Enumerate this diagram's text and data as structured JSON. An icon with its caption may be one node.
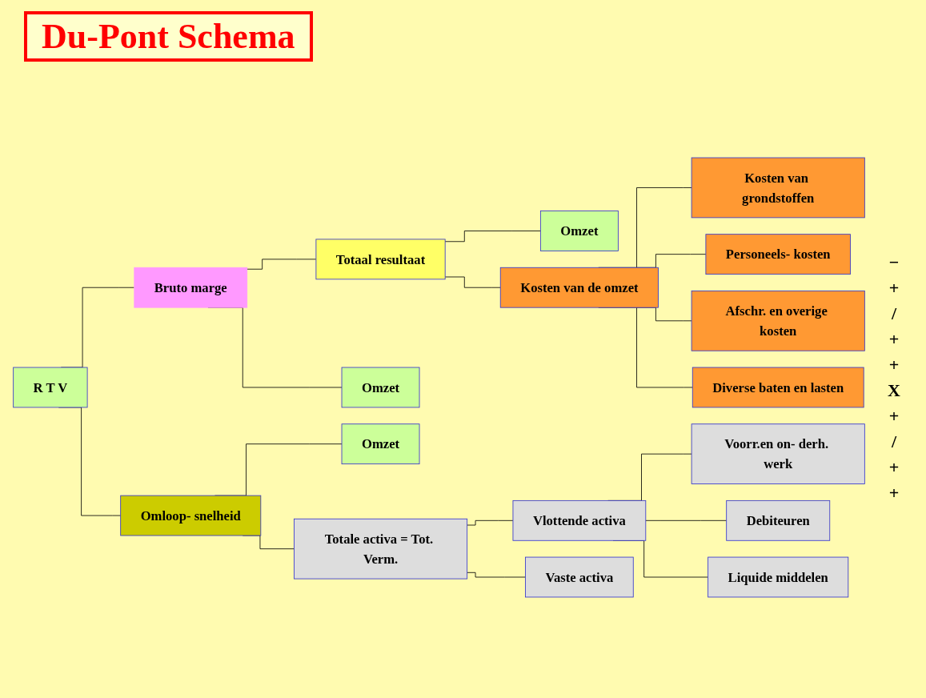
{
  "diagram": {
    "title": "Du-Pont Schema",
    "nodes": [
      {
        "text": [
          "R T V"
        ]
      },
      {
        "text": [
          "Bruto marge"
        ]
      },
      {
        "text": [
          "Omloop- snelheid"
        ]
      },
      {
        "text": [
          "Totaal resultaat"
        ]
      },
      {
        "text": [
          "Omzet"
        ]
      },
      {
        "text": [
          "Omzet"
        ]
      },
      {
        "text": [
          "Kosten van de omzet"
        ]
      },
      {
        "text": [
          "Kosten van grondstoffen"
        ]
      },
      {
        "text": [
          "Personeels- kosten"
        ]
      },
      {
        "text": [
          "Afschr. en overige kosten"
        ]
      },
      {
        "text": [
          "Diverse baten en lasten"
        ]
      },
      {
        "text": [
          "Omzet"
        ]
      },
      {
        "text": [
          "Totale activa = Tot. Verm."
        ]
      },
      {
        "text": [
          "Vlottende activa"
        ]
      },
      {
        "text": [
          "Vaste activa"
        ]
      },
      {
        "text": [
          "Voorr.en on- derh. werk"
        ]
      },
      {
        "text": [
          "Debiteuren"
        ]
      },
      {
        "text": [
          "Liquide middelen"
        ]
      }
    ],
    "edges": [
      {
        "from": 0,
        "to": 1,
        "arrow": "none"
      },
      {
        "from": 0,
        "to": 2,
        "arrow": "none"
      },
      {
        "from": 1,
        "to": 3,
        "arrow": "none"
      },
      {
        "from": 1,
        "to": 4,
        "arrow": "none"
      },
      {
        "from": 3,
        "to": 5,
        "arrow": "none"
      },
      {
        "from": 3,
        "to": 6,
        "arrow": "none"
      },
      {
        "from": 6,
        "to": 7,
        "arrow": "none"
      },
      {
        "from": 6,
        "to": 8,
        "arrow": "none"
      },
      {
        "from": 6,
        "to": 9,
        "arrow": "none"
      },
      {
        "from": 6,
        "to": 10,
        "arrow": "none"
      },
      {
        "from": 2,
        "to": 11,
        "arrow": "none"
      },
      {
        "from": 2,
        "to": 12,
        "arrow": "none"
      },
      {
        "from": 12,
        "to": 13,
        "arrow": "none"
      },
      {
        "from": 12,
        "to": 14,
        "arrow": "none"
      },
      {
        "from": 13,
        "to": 15,
        "arrow": "none"
      },
      {
        "from": 13,
        "to": 16,
        "arrow": "none"
      },
      {
        "from": 13,
        "to": 17,
        "arrow": "none"
      }
    ],
    "labels": [
      "−",
      "+",
      "/",
      "+",
      "+",
      "X",
      "+",
      "/",
      "+",
      "+"
    ]
  }
}
